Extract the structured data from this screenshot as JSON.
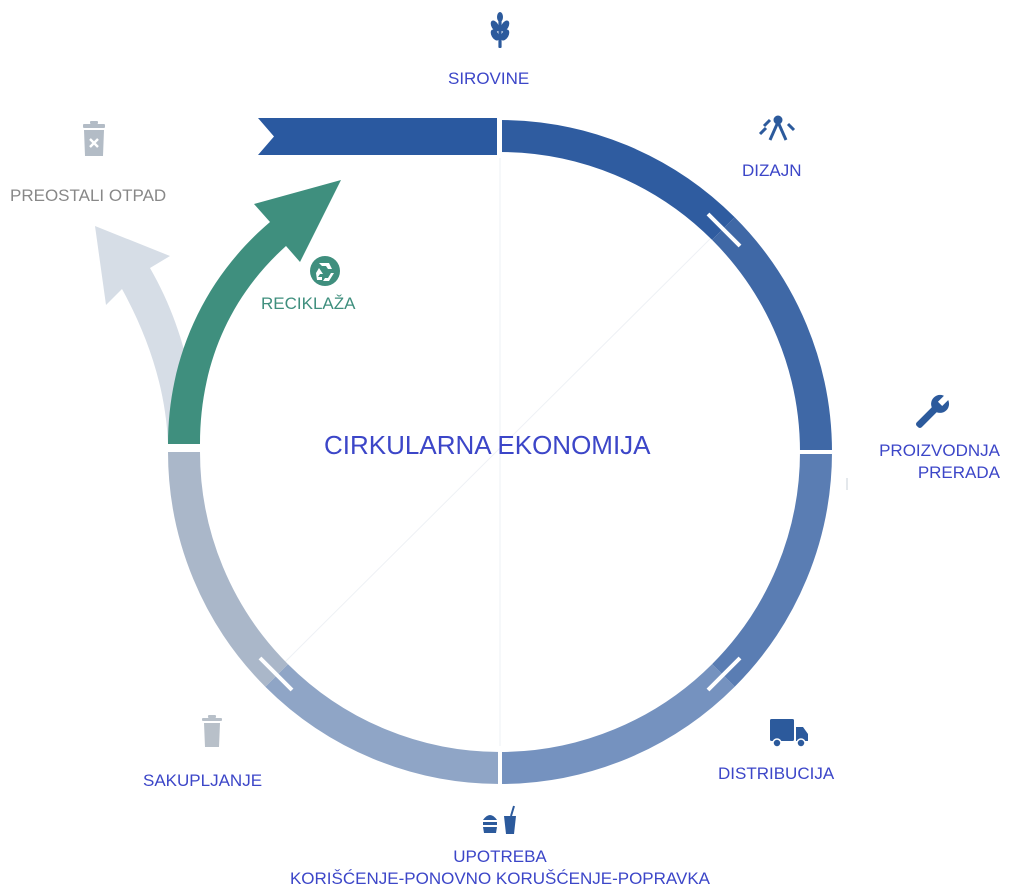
{
  "title": "CIRKULARNA EKONOMIJA",
  "stages": [
    {
      "id": "sirovine",
      "label": "SIROVINE",
      "icon": "wheat-icon"
    },
    {
      "id": "dizajn",
      "label": "DIZAJN",
      "icon": "design-compass-icon"
    },
    {
      "id": "proizvodnja",
      "label": "PROIZVODNJA",
      "label2": "PRERADA",
      "icon": "wrench-icon"
    },
    {
      "id": "distribucija",
      "label": "DISTRIBUCIJA",
      "icon": "truck-icon"
    },
    {
      "id": "upotreba",
      "label": "UPOTREBA",
      "label2": "KORIŠĆENJE-PONOVNO KORUŠĆENJE-POPRAVKA",
      "icon": "food-drink-icon"
    },
    {
      "id": "sakupljanje",
      "label": "SAKUPLJANJE",
      "icon": "trash-bin-icon"
    },
    {
      "id": "reciklaza",
      "label": "RECIKLAŽA",
      "icon": "recycle-icon"
    },
    {
      "id": "preostali",
      "label": "PREOSTALI OTPAD",
      "icon": "waste-bin-x-icon"
    }
  ],
  "colors": {
    "label_blue": "#3c46c8",
    "recycle_green": "#3f8f7e",
    "residual_gray": "#888888",
    "ring_dark": "#2b5ba1",
    "ring_light": "#b8c4d4",
    "residual_arrow": "#d3dbe4",
    "icon_blue": "#2c5a9c",
    "icon_gray": "#b3bcc6"
  }
}
